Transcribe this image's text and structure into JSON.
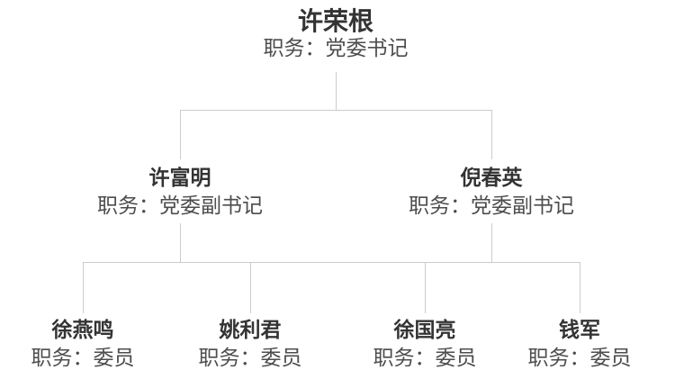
{
  "colors": {
    "background": "#ffffff",
    "connector_line": "#cccccc",
    "node_name": "#333333",
    "node_title": "#4d4d4d"
  },
  "org_chart": {
    "type": "org-tree",
    "root": {
      "name": "许荣根",
      "title": "职务：党委书记"
    },
    "level2": [
      {
        "name": "许富明",
        "title": "职务：党委副书记"
      },
      {
        "name": "倪春英",
        "title": "职务：党委副书记"
      }
    ],
    "level3": [
      {
        "name": "徐燕鸣",
        "title": "职务：委员"
      },
      {
        "name": "姚利君",
        "title": "职务：委员"
      },
      {
        "name": "徐国亮",
        "title": "职务：委员"
      },
      {
        "name": "钱军",
        "title": "职务：委员"
      }
    ]
  }
}
